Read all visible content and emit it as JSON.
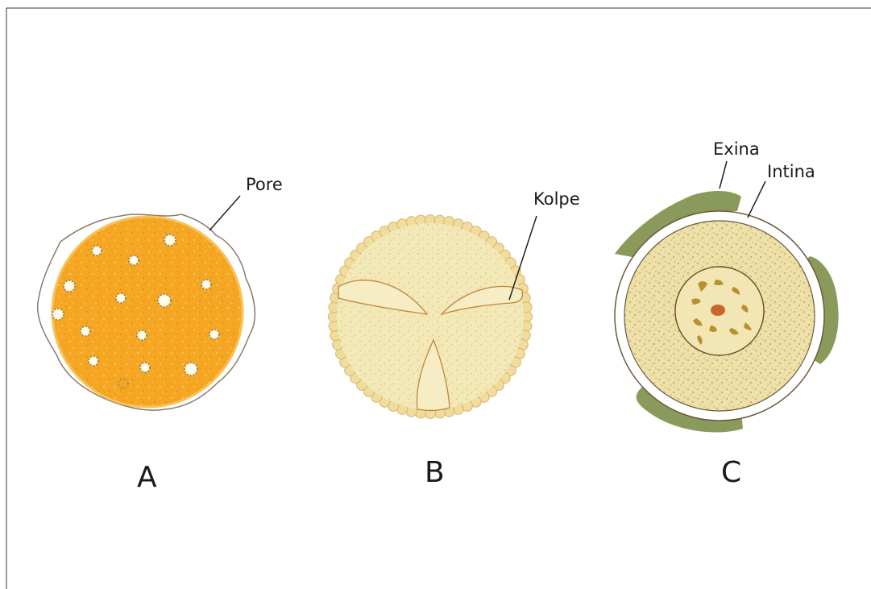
{
  "diagram": {
    "panels": [
      {
        "letter": "A",
        "callouts": [
          "Pore"
        ]
      },
      {
        "letter": "B",
        "callouts": [
          "Kolpe"
        ]
      },
      {
        "letter": "C",
        "callouts": [
          "Exina",
          "Intina"
        ]
      }
    ]
  },
  "colors": {
    "grain_a": "#f5a623",
    "grain_a_edge": "#f7c25a",
    "grain_b": "#f3e9b8",
    "grain_b_bead": "#f0dc9c",
    "grain_c": "#ede0a8",
    "exina": "#8a9a5b",
    "nucleus": "#c8662d",
    "chromatin": "#b8912f",
    "outline": "#7a5a3c"
  }
}
